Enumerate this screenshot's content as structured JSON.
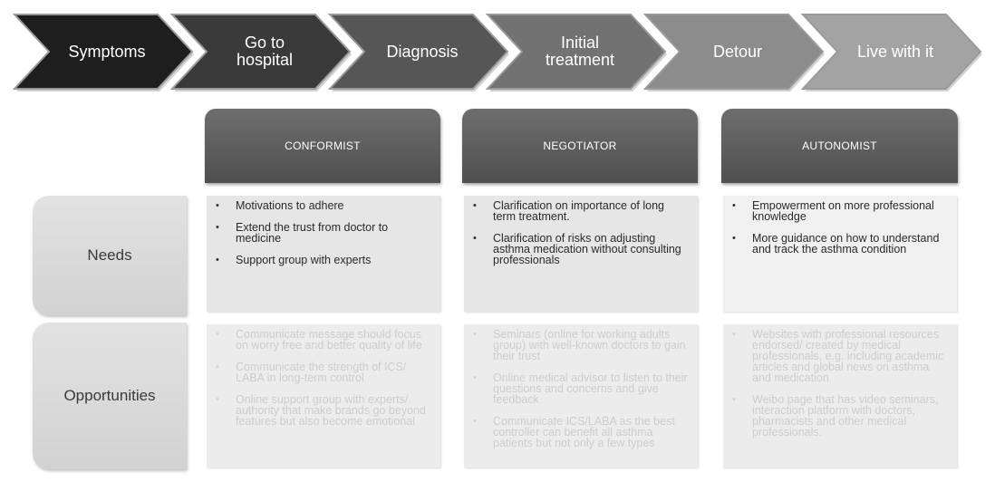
{
  "process_steps": [
    {
      "label": "Symptoms",
      "fill": "#1e1e1e"
    },
    {
      "label": "Go to\nhospital",
      "fill": "#3a3a3a"
    },
    {
      "label": "Diagnosis",
      "fill": "#565656"
    },
    {
      "label": "Initial\ntreatment",
      "fill": "#727272"
    },
    {
      "label": "Detour",
      "fill": "#8c8c8c"
    },
    {
      "label": "Live with it",
      "fill": "#a3a3a3"
    }
  ],
  "personas": [
    {
      "label": "CONFORMIST"
    },
    {
      "label": "NEGOTIATOR"
    },
    {
      "label": "AUTONOMIST"
    }
  ],
  "rows": {
    "needs": {
      "label": "Needs"
    },
    "opportunities": {
      "label": "Opportunities"
    }
  },
  "needs": [
    [
      "Motivations to adhere",
      "Extend the trust from doctor to medicine",
      "Support group with experts"
    ],
    [
      "Clarification on importance of long term treatment.",
      "Clarification of risks on adjusting asthma medication without consulting professionals"
    ],
    [
      "Empowerment on more professional knowledge",
      "More guidance on how to understand and track the asthma condition"
    ]
  ],
  "opportunities": [
    [
      "Communicate message should focus on worry free and better quality of life",
      "Communicate the strength of ICS/ LABA in long-term control",
      "Online support group with experts/ authority that make brands go beyond features but also become emotional"
    ],
    [
      "Seminars (online for working adults group) with well-known doctors to gain their trust",
      "Online medical advisor to listen to their questions and concerns and give feedback",
      "Communicate ICS/LABA as the best controller can benefit all asthma patients but not only a few types"
    ],
    [
      "Websites with professional resources endorsed/ created by medical professionals, e.g. including academic articles and global news on asthma and medication",
      "Weibo page that has video seminars, interaction platform with doctors, pharmacists and other medical professionals."
    ]
  ],
  "colors": {
    "arrow_border": "#9a9a9a",
    "persona_header": "#5f5f5f",
    "cell_background": "#e6e6e6",
    "faded_text": "#cdcdcd"
  }
}
